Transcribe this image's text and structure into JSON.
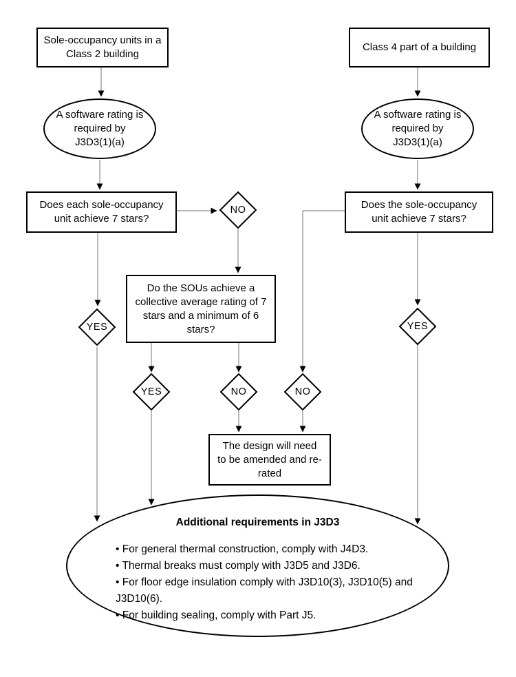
{
  "nodes": {
    "start_class2": "Sole-occupancy units in a Class 2 building",
    "start_class4": "Class 4 part of a building",
    "rating_required_left": "A software rating is required by J3D3(1)(a)",
    "rating_required_right": "A software rating is required by J3D3(1)(a)",
    "q_each_sou": "Does each sole-occupancy unit achieve 7 stars?",
    "q_single_sou": "Does the sole-occupancy unit achieve 7 stars?",
    "q_collective": "Do the SOUs achieve a collective average rating of 7 stars and a minimum of 6 stars?",
    "amend": "The design will need to be amended and re-rated",
    "additional": {
      "title": "Additional requirements in J3D3",
      "bullets": [
        "• For general thermal construction, comply with J4D3.",
        "• Thermal breaks must comply with J3D5 and J3D6.",
        "• For floor edge insulation comply with J3D10(3), J3D10(5) and J3D10(6).",
        "• For building sealing, comply with Part J5."
      ]
    }
  },
  "labels": {
    "yes": "YES",
    "no": "NO"
  },
  "colors": {
    "node_border": "#000000",
    "connector_line": "#8a8a8a",
    "arrowhead": "#000000",
    "background": "#ffffff",
    "text": "#000000"
  }
}
